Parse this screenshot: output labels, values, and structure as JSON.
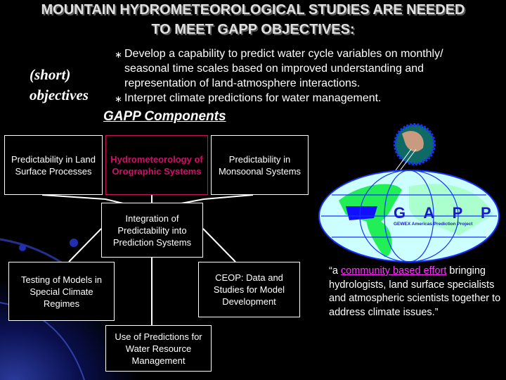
{
  "title": {
    "line1": "MOUNTAIN HYDROMETEOROLOGICAL STUDIES ARE NEEDED",
    "line2": "TO MEET GAPP OBJECTIVES:"
  },
  "objectives": {
    "label1": "(short)",
    "label2": "objectives",
    "bullets": [
      {
        "lines": [
          "Develop a capability to predict water cycle variables on monthly/",
          "seasonal time scales based on improved understanding and",
          "representation of land-atmosphere   interactions."
        ]
      },
      {
        "lines": [
          "Interpret climate predictions for water management."
        ]
      }
    ],
    "bullet_symbol": "∗"
  },
  "components": {
    "heading": "GAPP Components",
    "boxes": {
      "land": "Predictability in Land Surface Processes",
      "orographic": "Hydrometeorology of Orographic Systems",
      "monsoon": "Predictability in Monsoonal Systems",
      "integration": "Integration of Predictability into Prediction Systems",
      "testing": "Testing of Models in Special Climate Regimes",
      "ceop": "CEOP: Data and Studies for Model Development",
      "use": "Use of Predictions for Water Resource Management"
    }
  },
  "logo": {
    "letters": "G A P P",
    "subtitle": "GEWEX Americas Prediction Project"
  },
  "quote": {
    "open": "“a ",
    "link": "community based effort",
    "rest": "bringing hydrologists, land surface specialists and atmospheric scientists together to address climate issues.”"
  },
  "colors": {
    "highlight": "#c8105a",
    "link": "#ff33ff"
  }
}
